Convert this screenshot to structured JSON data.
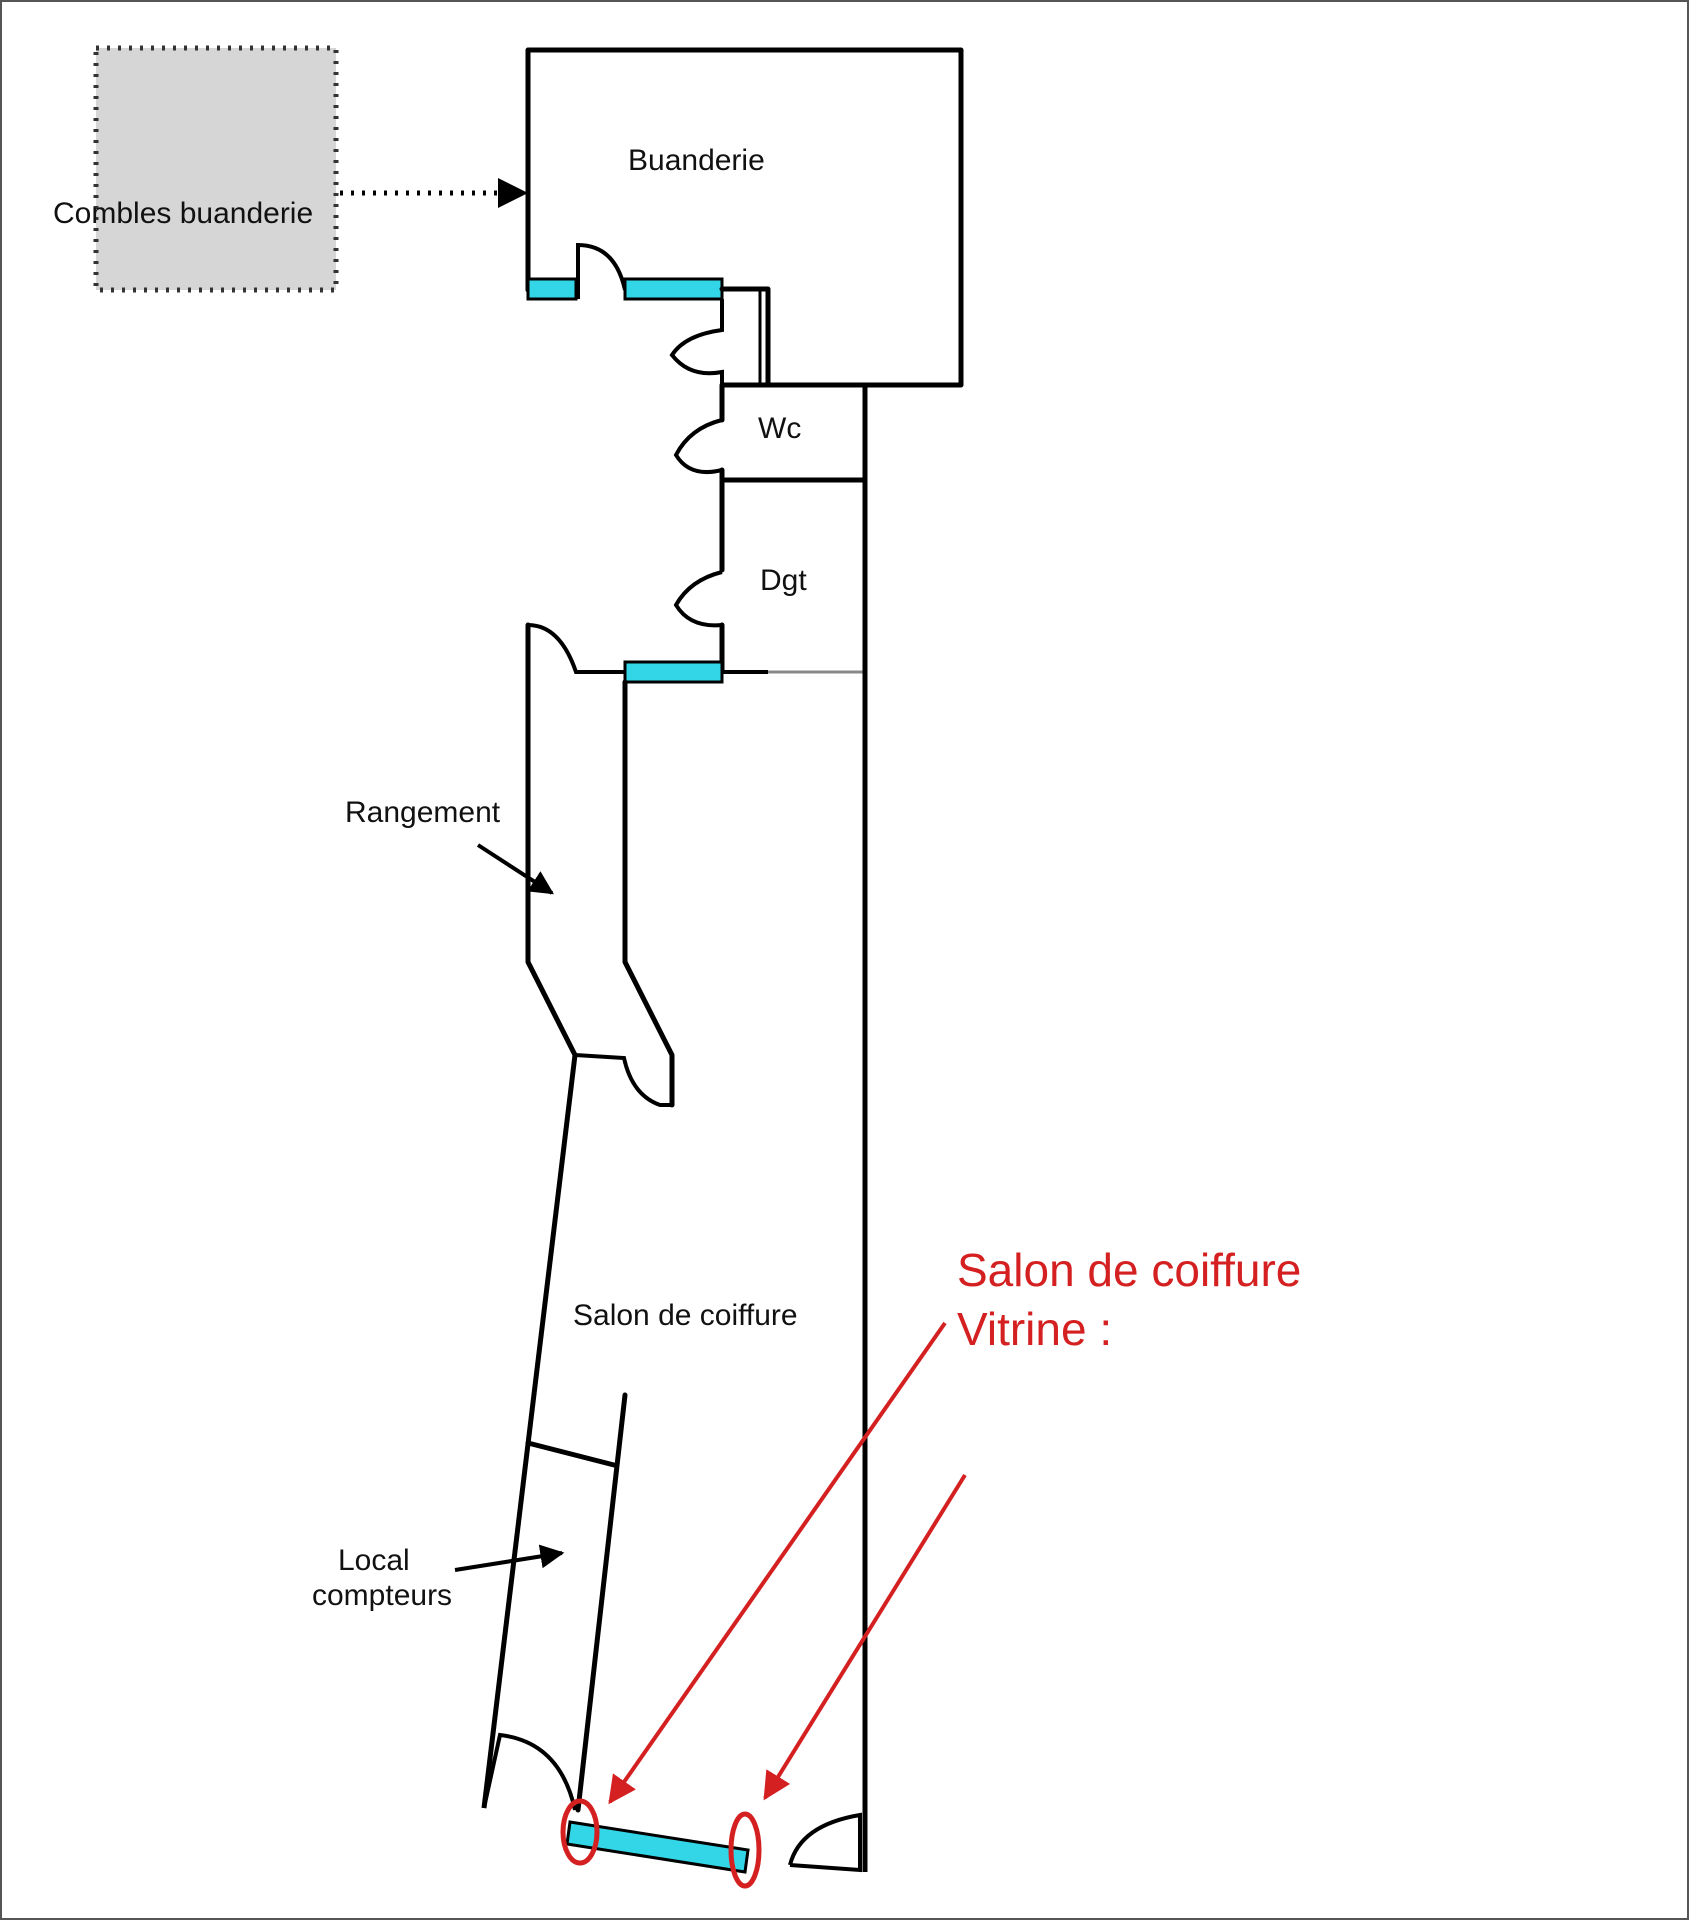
{
  "labels": {
    "combles": "Combles buanderie",
    "buanderie": "Buanderie",
    "wc": "Wc",
    "dgt": "Dgt",
    "rangement": "Rangement",
    "salon": "Salon de coiffure",
    "local_line1": "Local",
    "local_line2": "compteurs"
  },
  "annotation": {
    "line1": "Salon de coiffure",
    "line2": "Vitrine :"
  },
  "colors": {
    "window": "#33d6e6",
    "annotation": "#d42020",
    "attic": "#d6d6d6",
    "wall": "#000000"
  }
}
